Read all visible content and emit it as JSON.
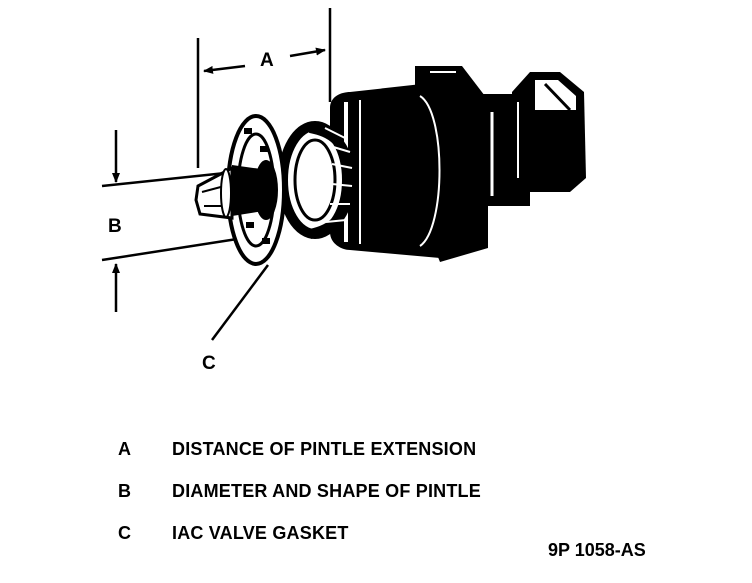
{
  "callouts": {
    "a": "A",
    "b": "B",
    "c": "C"
  },
  "legend": [
    {
      "key": "A",
      "text": "DISTANCE OF PINTLE EXTENSION"
    },
    {
      "key": "B",
      "text": "DIAMETER AND SHAPE OF PINTLE"
    },
    {
      "key": "C",
      "text": "IAC VALVE GASKET"
    }
  ],
  "figure_id": "9P 1058-AS"
}
